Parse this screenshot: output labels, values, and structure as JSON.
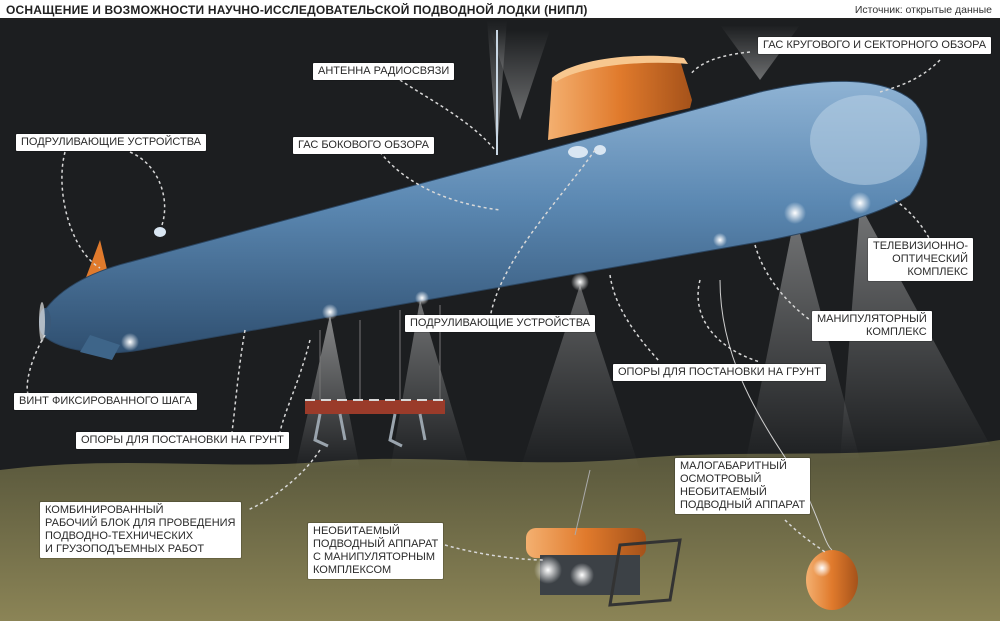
{
  "header": {
    "title": "ОСНАЩЕНИЕ И ВОЗМОЖНОСТИ НАУЧНО-ИССЛЕДОВАТЕЛЬСКОЙ ПОДВОДНОЙ ЛОДКИ (НИПЛ)",
    "source": "Источник: открытые данные"
  },
  "labels": {
    "radio_antenna": "Антенна радиосвязи",
    "sonar_circular": "ГАС кругового и секторного обзора",
    "thrusters_top": "Подруливающие устройства",
    "sonar_side": "ГАС бокового обзора",
    "tv_optical": "Телевизионно-\nоптический\nкомплекс",
    "manipulator": "Манипуляторный\nкомплекс",
    "thrusters_mid": "Подруливающие устройства",
    "supports_right": "Опоры для постановки на грунт",
    "fixed_pitch_prop": "Винт фиксированного шага",
    "supports_left": "Опоры для постановки на грунт",
    "combined_block": "Комбинированный\nрабочий блок для проведения\nподводно-технических\nи грузоподъемных работ",
    "uuv_manipulator": "Необитаемый\nподводный аппарат\nс манипуляторным\nкомплексом",
    "small_uuv": "Малогабаритный\nосмотровый\nнеобитаемый\nподводный аппарат"
  },
  "colors": {
    "hull": "#4f7fa9",
    "sail": "#e07a2c",
    "water": "#1c1e20",
    "seabed": "#6f6b45",
    "label_bg": "#ffffff"
  }
}
